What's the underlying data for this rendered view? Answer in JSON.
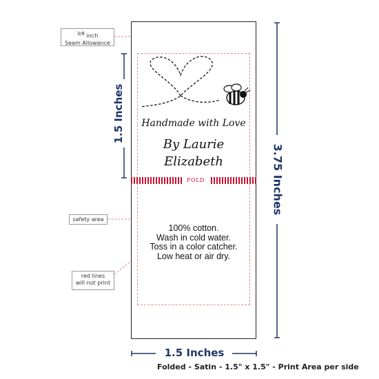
{
  "callouts": {
    "seam_fraction": "3/8",
    "seam_line1": "inch",
    "seam_line2": "Seam Allowance",
    "safety": "safety area",
    "red_lines_1": "red lines",
    "red_lines_2": "will not print"
  },
  "label": {
    "headline": "Handmade with Love",
    "name_line1": "By Laurie",
    "name_line2": "Elizabeth",
    "fold": "FOLD",
    "care": [
      "100% cotton.",
      "Wash in cold water.",
      "Toss in a color catcher.",
      "Low heat or air dry."
    ]
  },
  "dimensions": {
    "fold_height": "1.5 Inches",
    "total_height": "3.75 Inches",
    "width": "1.5 Inches"
  },
  "footer": "Folded - Satin - 1.5\" x 1.5\" - Print Area per side",
  "colors": {
    "dimension": "#1f3566",
    "fold_red": "#c8102e",
    "guide_red": "#e08a8a"
  }
}
